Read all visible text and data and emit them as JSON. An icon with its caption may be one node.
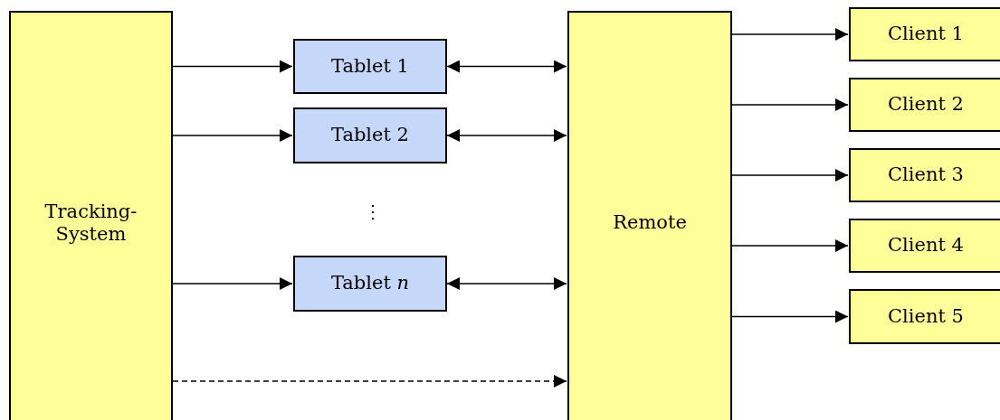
{
  "diagram": {
    "nodes": [
      {
        "text": [
          "Tracking-System"
        ]
      },
      {
        "text": [
          "Tablet 1"
        ]
      },
      {
        "text": [
          "Tablet 2"
        ]
      },
      {
        "text": [
          "Tablet *n*"
        ]
      },
      {
        "text": [
          "Remote"
        ]
      },
      {
        "text": [
          "Client 1"
        ]
      },
      {
        "text": [
          "Client 2"
        ]
      },
      {
        "text": [
          "Client 3"
        ]
      },
      {
        "text": [
          "Client 4"
        ]
      },
      {
        "text": [
          "Client 5"
        ]
      }
    ],
    "edges": [
      {
        "from": 0,
        "to": 1,
        "arrow": "to"
      },
      {
        "from": 0,
        "to": 2,
        "arrow": "to"
      },
      {
        "from": 0,
        "to": 3,
        "arrow": "to"
      },
      {
        "from": 1,
        "to": 4,
        "arrow": "both"
      },
      {
        "from": 2,
        "to": 4,
        "arrow": "both"
      },
      {
        "from": 3,
        "to": 4,
        "arrow": "both"
      },
      {
        "from": 0,
        "to": 4,
        "arrow": "to",
        "style": "dashed"
      },
      {
        "from": 4,
        "to": 5,
        "arrow": "to"
      },
      {
        "from": 4,
        "to": 6,
        "arrow": "to"
      },
      {
        "from": 4,
        "to": 7,
        "arrow": "to"
      },
      {
        "from": 4,
        "to": 8,
        "arrow": "to"
      },
      {
        "from": 4,
        "to": 9,
        "arrow": "to"
      }
    ],
    "labels": [
      "⋮"
    ]
  }
}
